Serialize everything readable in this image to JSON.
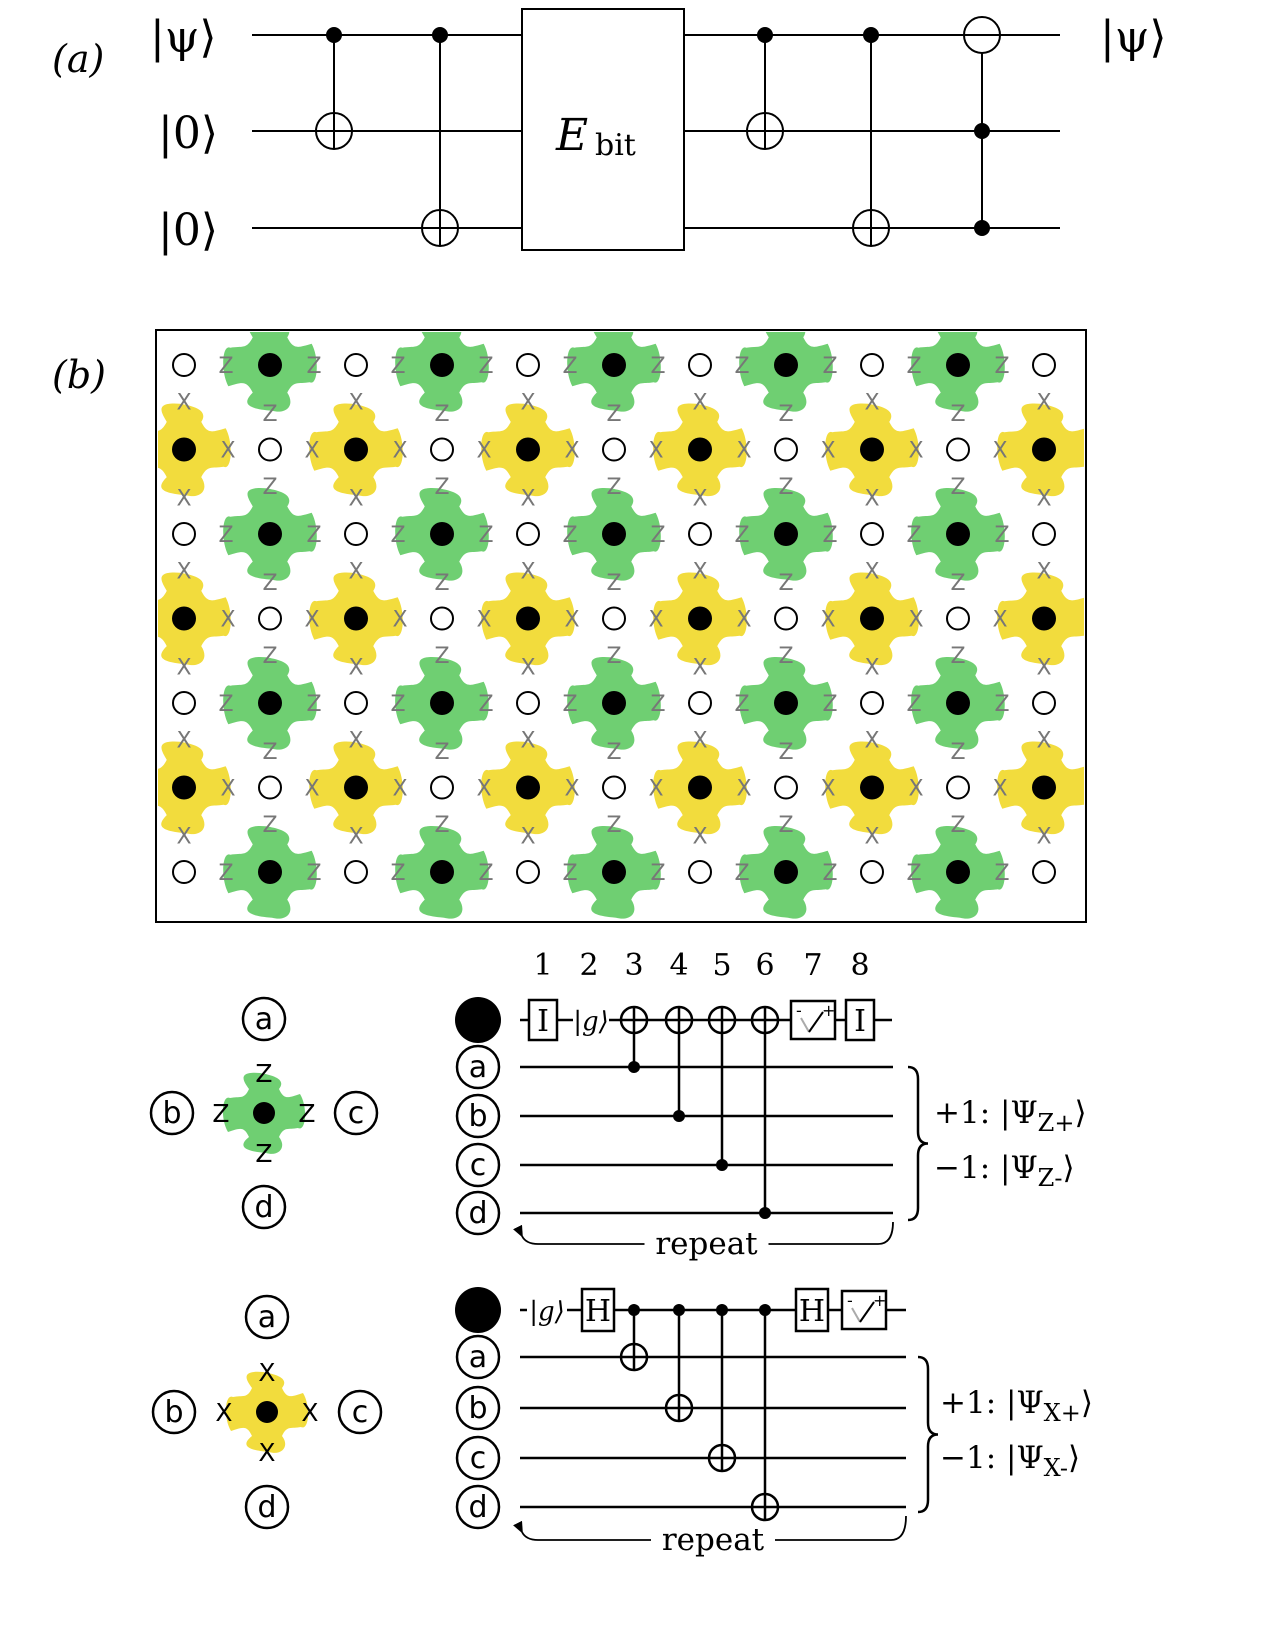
{
  "panel_a": {
    "label": "(a)",
    "inputs": [
      "|ψ⟩",
      "|0⟩",
      "|0⟩"
    ],
    "output": "|ψ⟩",
    "box_main": "E",
    "box_sub": "bit"
  },
  "panel_b": {
    "label": "(b)",
    "colors": {
      "z_plaquette": "#6fcf72",
      "x_plaquette": "#f2dc3d",
      "data_qubit": "#ffffff",
      "measure_qubit": "#000000"
    },
    "z_letter": "Z",
    "x_letter": "X"
  },
  "z_circuit": {
    "qubits": [
      "a",
      "b",
      "c",
      "d"
    ],
    "step_numbers": [
      "1",
      "2",
      "3",
      "4",
      "5",
      "6",
      "7",
      "8"
    ],
    "identity_label": "I",
    "ground_label": "|g⟩",
    "outcomes": [
      "+1: |Ψ",
      "−1: |Ψ"
    ],
    "outcome_subs": [
      "Z+",
      "Z-"
    ],
    "outcome_end": "⟩",
    "repeat_label": "repeat",
    "plaquette_letter": "Z"
  },
  "x_circuit": {
    "qubits": [
      "a",
      "b",
      "c",
      "d"
    ],
    "hadamard_label": "H",
    "ground_label": "|g⟩",
    "outcomes": [
      "+1: |Ψ",
      "−1: |Ψ"
    ],
    "outcome_subs": [
      "X+",
      "X-"
    ],
    "outcome_end": "⟩",
    "repeat_label": "repeat",
    "plaquette_letter": "X"
  }
}
